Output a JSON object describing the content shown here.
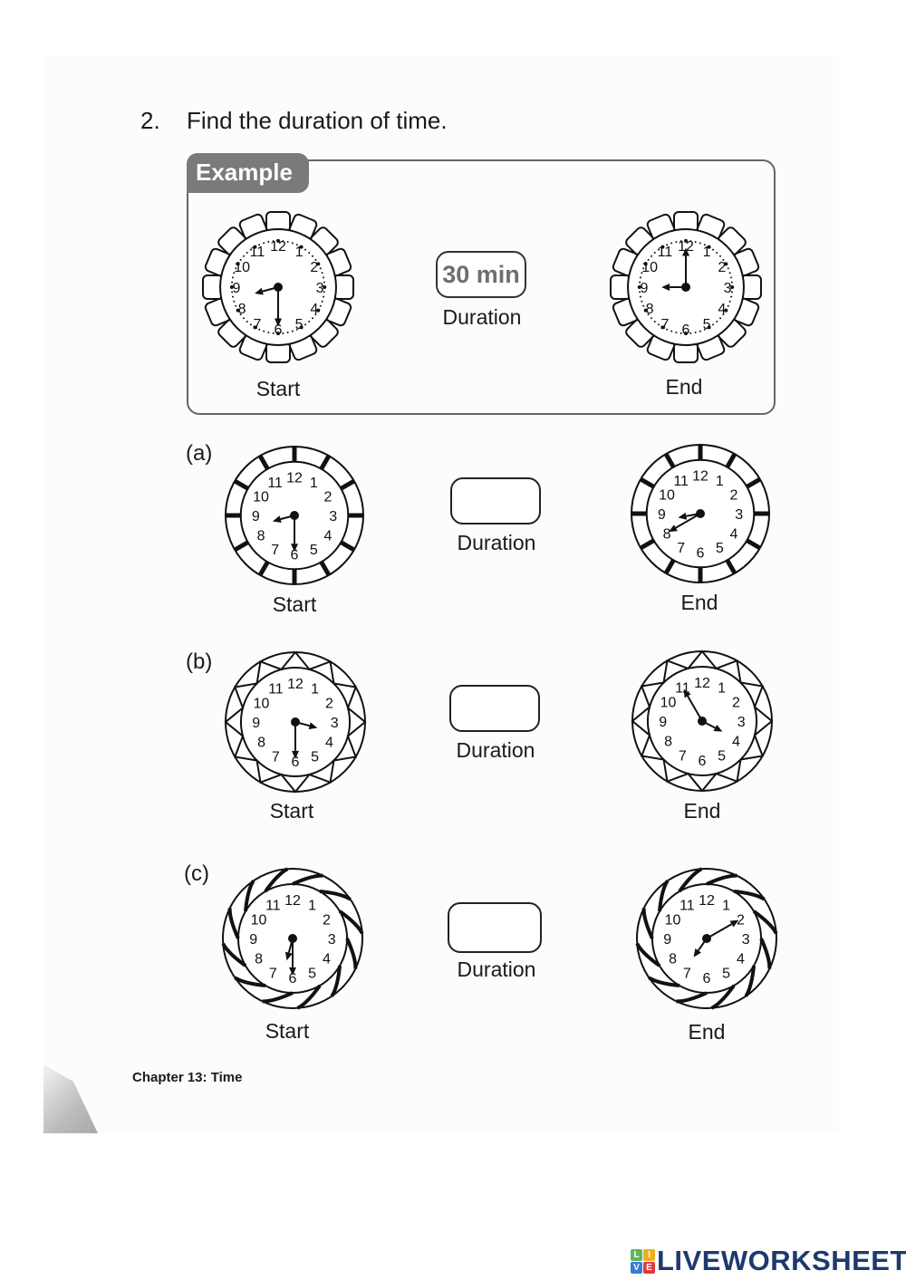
{
  "question": {
    "number": "2.",
    "instruction": "Find the duration of time."
  },
  "example": {
    "tab_label": "Example",
    "start": {
      "label": "Start",
      "time": "8:30",
      "hour": 8,
      "minute": 30,
      "style": "scalloped"
    },
    "end": {
      "label": "End",
      "time": "9:00",
      "hour": 9,
      "minute": 0,
      "style": "scalloped"
    },
    "duration_value": "30 min",
    "duration_label": "Duration"
  },
  "parts": [
    {
      "id": "(a)",
      "start": {
        "label": "Start",
        "time": "8:30",
        "hour": 8,
        "minute": 30,
        "style": "ticked"
      },
      "end": {
        "label": "End",
        "time": "8:40",
        "hour": 8,
        "minute": 40,
        "style": "ticked"
      },
      "duration_value": "",
      "duration_label": "Duration"
    },
    {
      "id": "(b)",
      "start": {
        "label": "Start",
        "time": "3:30",
        "hour": 3,
        "minute": 30,
        "style": "zigzag"
      },
      "end": {
        "label": "End",
        "time": "3:55",
        "hour": 3,
        "minute": 55,
        "style": "zigzag"
      },
      "duration_value": "",
      "duration_label": "Duration"
    },
    {
      "id": "(c)",
      "start": {
        "label": "Start",
        "time": "6:30",
        "hour": 6,
        "minute": 30,
        "style": "twisted"
      },
      "end": {
        "label": "End",
        "time": "7:10",
        "hour": 7,
        "minute": 10,
        "style": "twisted"
      },
      "duration_value": "",
      "duration_label": "Duration"
    }
  ],
  "footer": {
    "chapter": "Chapter 13: Time"
  },
  "branding": {
    "logo_tiles": [
      {
        "letter": "L",
        "color": "#5cb85c"
      },
      {
        "letter": "I",
        "color": "#f0ad1e"
      },
      {
        "letter": "V",
        "color": "#3a7bd5"
      },
      {
        "letter": "E",
        "color": "#e0393e"
      }
    ],
    "logo_text": "LIVEWORKSHEETS",
    "logo_color": "#1d3a6e"
  }
}
